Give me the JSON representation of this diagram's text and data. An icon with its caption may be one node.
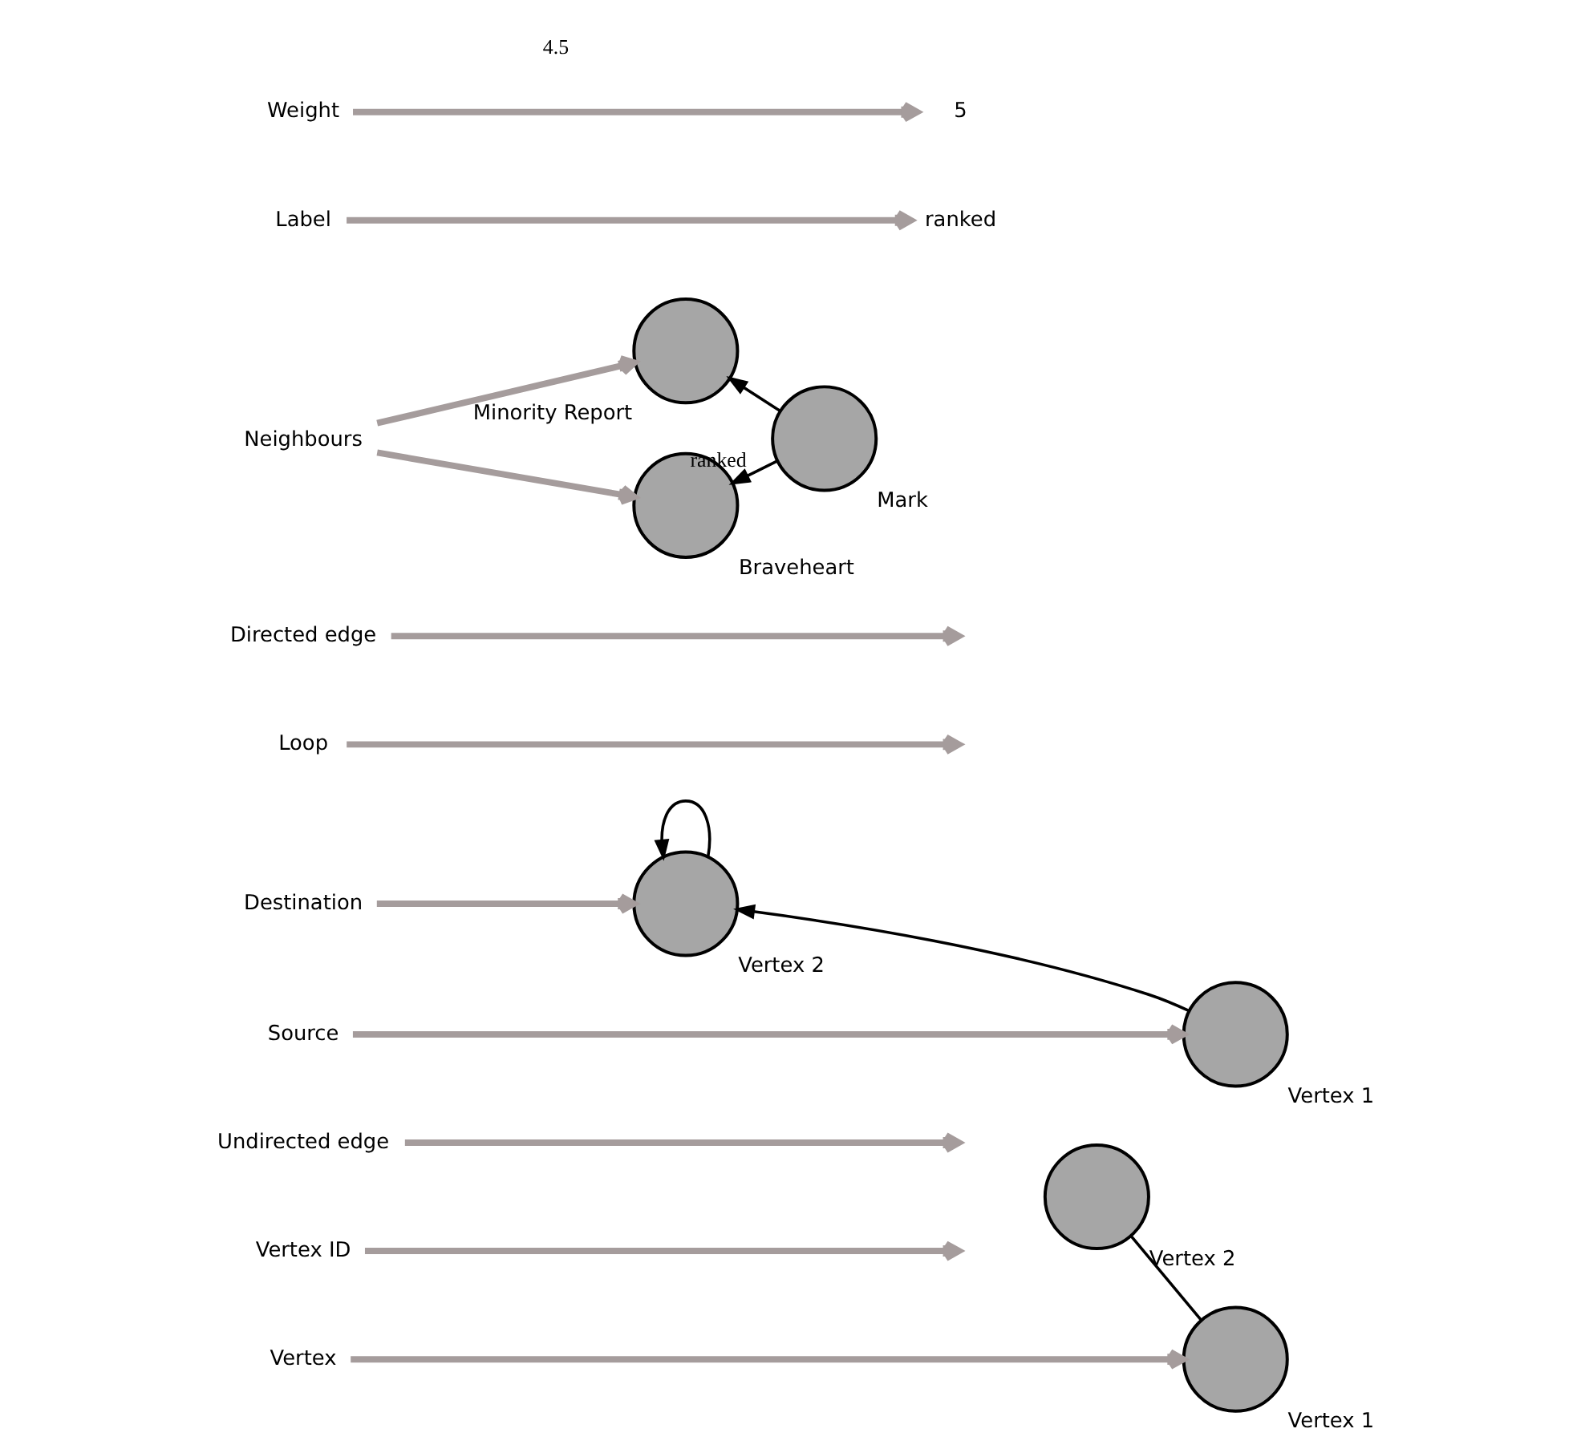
{
  "diagram": {
    "nodes": [
      {
        "text": [],
        "shape": "circle",
        "beside": [
          "Vertex 1"
        ]
      },
      {
        "text": [],
        "shape": "circle",
        "beside": [
          "Vertex 2"
        ]
      },
      {
        "text": [
          "Vertex"
        ]
      },
      {
        "text": [
          "Vertex ID"
        ]
      },
      {
        "text": [
          "Undirected edge"
        ]
      },
      {
        "text": [],
        "shape": "circle",
        "beside": [
          "Vertex 1"
        ]
      },
      {
        "text": [],
        "shape": "circle",
        "beside": [
          "Vertex 2"
        ]
      },
      {
        "text": [
          "Source"
        ]
      },
      {
        "text": [
          "Destination"
        ]
      },
      {
        "text": [
          "Loop"
        ]
      },
      {
        "text": [
          "Directed edge"
        ]
      },
      {
        "text": [],
        "shape": "circle",
        "beside": [
          "Mark"
        ]
      },
      {
        "text": [],
        "shape": "circle",
        "beside": [
          "Minority Report"
        ]
      },
      {
        "text": [],
        "shape": "circle",
        "beside": [
          "Braveheart"
        ]
      },
      {
        "text": [
          "ranked"
        ]
      },
      {
        "text": [
          "5"
        ]
      },
      {
        "text": [
          "Label"
        ]
      },
      {
        "text": [
          "Weight"
        ]
      },
      {
        "text": [
          "Neighbours"
        ]
      }
    ],
    "edges": [
      {
        "from": 0,
        "to": 1,
        "arrow": "none",
        "color": "#000000"
      },
      {
        "from": 2,
        "to": 0,
        "arrow": "to"
      },
      {
        "from": 3,
        "to": null,
        "arrow": "to"
      },
      {
        "from": 4,
        "to": null,
        "arrow": "to"
      },
      {
        "from": 5,
        "to": 6,
        "arrow": "to",
        "color": "#000000"
      },
      {
        "from": 6,
        "to": 6,
        "arrow": "to",
        "color": "#000000"
      },
      {
        "from": 7,
        "to": 5,
        "arrow": "to"
      },
      {
        "from": 8,
        "to": 6,
        "arrow": "to"
      },
      {
        "from": 9,
        "to": null,
        "arrow": "to"
      },
      {
        "from": 10,
        "to": null,
        "arrow": "to"
      },
      {
        "from": 11,
        "to": 12,
        "arrow": "to",
        "color": "#000000"
      },
      {
        "from": 11,
        "to": 13,
        "arrow": "to",
        "label": "ranked",
        "color": "#000000"
      },
      {
        "from": 16,
        "to": 14,
        "arrow": "to"
      },
      {
        "from": 17,
        "to": 15,
        "arrow": "to"
      },
      {
        "from": 18,
        "to": 12,
        "arrow": "to"
      },
      {
        "from": 18,
        "to": 13,
        "arrow": "to"
      }
    ],
    "labels": [
      "4.5"
    ]
  }
}
